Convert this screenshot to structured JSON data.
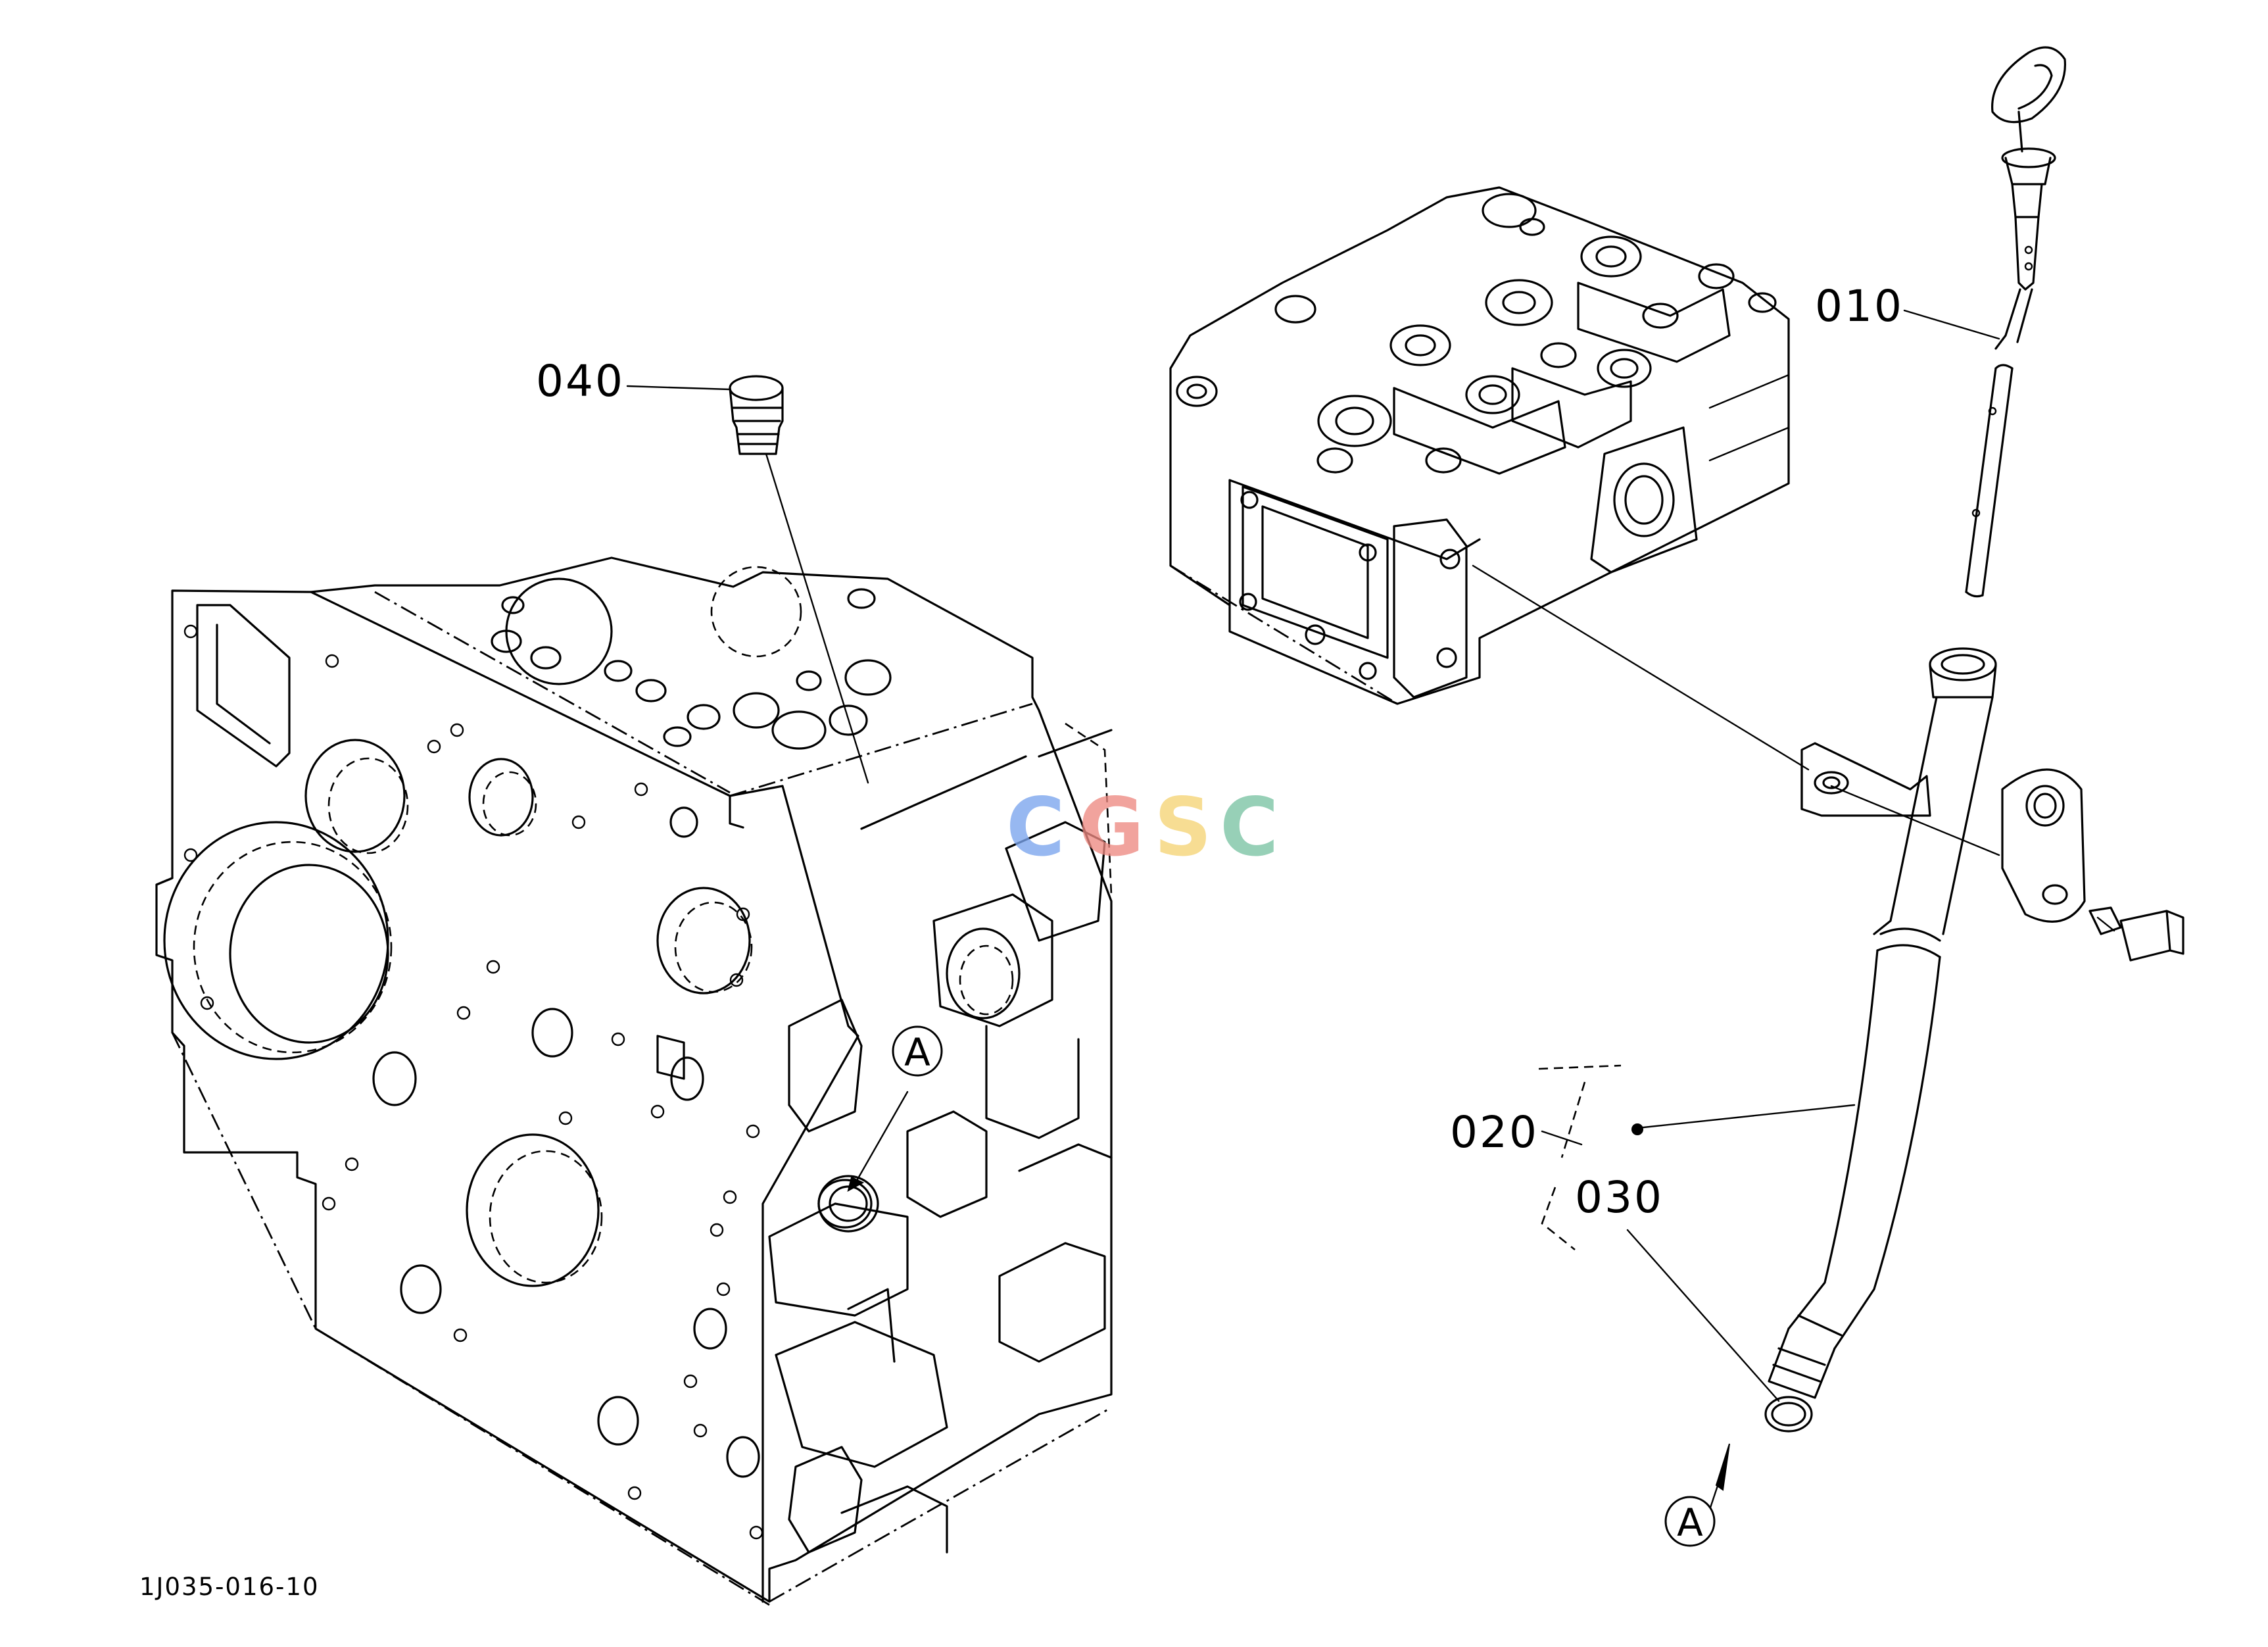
{
  "parts": {
    "p010": "010",
    "p020": "020",
    "p030": "030",
    "p040": "040"
  },
  "callouts": {
    "a_upper": "A",
    "a_lower": "A"
  },
  "figure_code": "1J035-016-10",
  "watermark": {
    "letters": [
      "C",
      "G",
      "S",
      "C"
    ],
    "colors": [
      "#7aa5ee",
      "#ee8a82",
      "#f6d476",
      "#7bc3a4"
    ]
  }
}
